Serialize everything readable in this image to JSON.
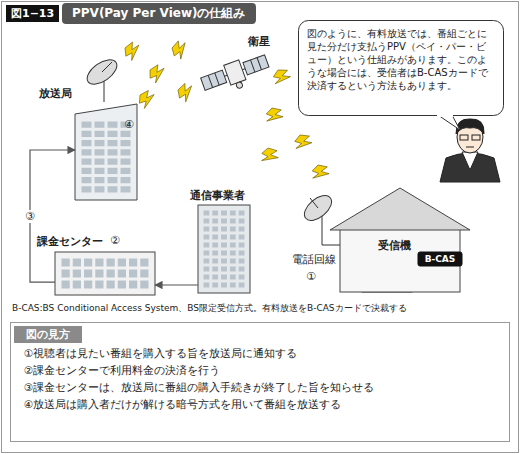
{
  "diagram": {
    "title": "PPV(Pay Per View)の仕組み",
    "nodes": [
      {
        "text": [
          "衛星"
        ]
      },
      {
        "text": [
          "放送局"
        ]
      },
      {
        "text": [
          "課金センター"
        ]
      },
      {
        "text": [
          "通信事業者"
        ]
      },
      {
        "text": [
          "受信機"
        ]
      },
      {
        "text": [
          "B-CAS"
        ],
        "in": 4
      },
      {
        "text": [
          "図のように、有料放送では、番組ごとに見た分だけ支払うPPV（ペイ・パー・ビュー）という仕組みがあります。このような場合には、受信者はB-CASカードで決済するという方法もあります。"
        ]
      },
      {
        "text": [
          "図の見方",
          "①視聴者は見たい番組を購入する旨を放送局に通知する",
          "②課金センターで利用料金の決済を行う",
          "③課金センターは、放送局に番組の購入手続きが終了した旨を知らせる",
          "④放送局は購入者だけが解ける暗号方式を用いて番組を放送する"
        ]
      }
    ],
    "edges": [
      {
        "from": 2,
        "to": 1,
        "label": "③",
        "arrow": "to"
      },
      {
        "from": 3,
        "to": 2,
        "arrow": "to"
      }
    ],
    "labels": [
      "図1−13",
      "④",
      "②",
      "電話回線",
      "①",
      "B-CAS:BS Conditional Access System、BS限定受信方式。有料放送をB-CASカードで決裁する"
    ]
  }
}
